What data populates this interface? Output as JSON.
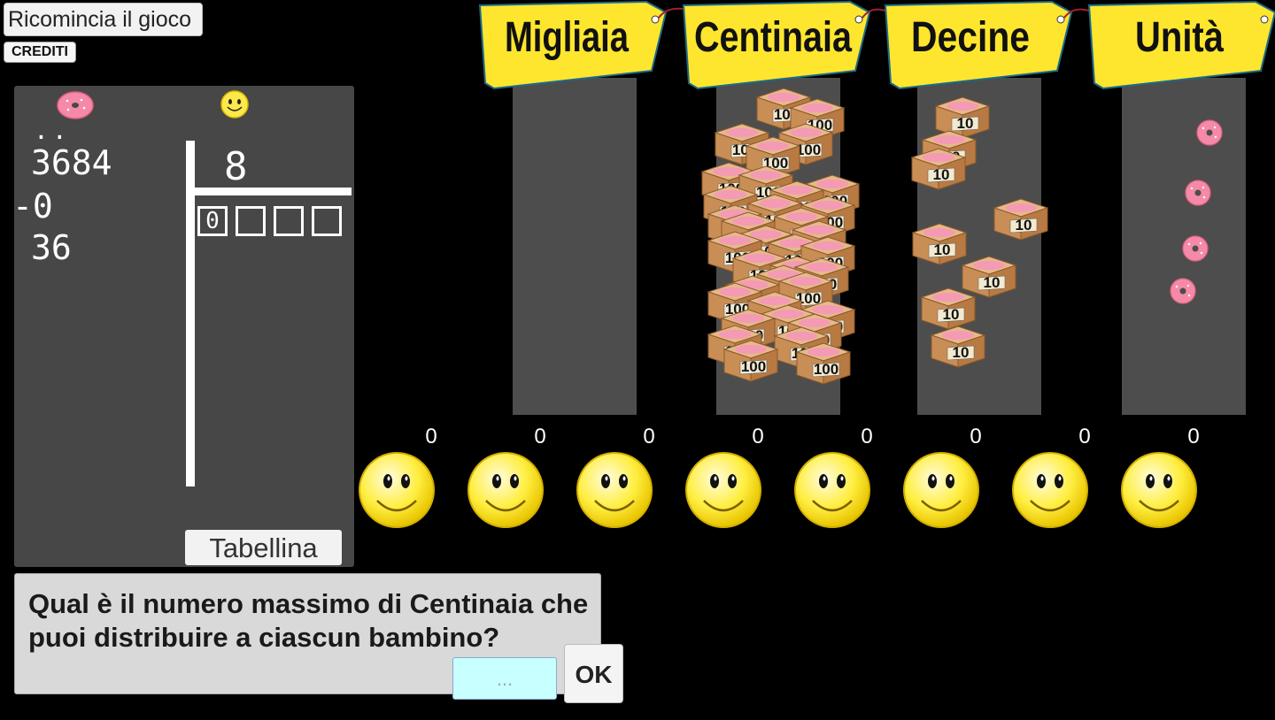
{
  "controls": {
    "restart_label": "Ricomincia il gioco",
    "credits_label": "CREDITI",
    "table_label": "Tabellina",
    "ok_label": "OK"
  },
  "division": {
    "carry_marks": "..",
    "dividend": "3684",
    "subtraction": "-0",
    "remainder": "36",
    "divisor": "8",
    "quotient_digits": [
      "0",
      "",
      "",
      ""
    ]
  },
  "columns": [
    {
      "label": "Migliaia"
    },
    {
      "label": "Centinaia"
    },
    {
      "label": "Decine"
    },
    {
      "label": "Unità"
    }
  ],
  "box_labels": {
    "hundreds": "100",
    "tens": "10"
  },
  "inventory": {
    "thousands": 0,
    "hundreds": 36,
    "tens": 8,
    "units": 4
  },
  "children_counts": [
    "0",
    "0",
    "0",
    "0",
    "0",
    "0",
    "0",
    "0"
  ],
  "question": {
    "text": "Qual è il numero massimo di Centinaia che puoi distribuire a ciascun bambino?",
    "answer_placeholder": "..."
  },
  "colors": {
    "tag": "#ffe62e",
    "board": "#474747",
    "column": "#4d4d4d",
    "answer_bg": "#c8ffff"
  },
  "icons": [
    "donut-icon",
    "smiley-icon",
    "box-icon"
  ]
}
